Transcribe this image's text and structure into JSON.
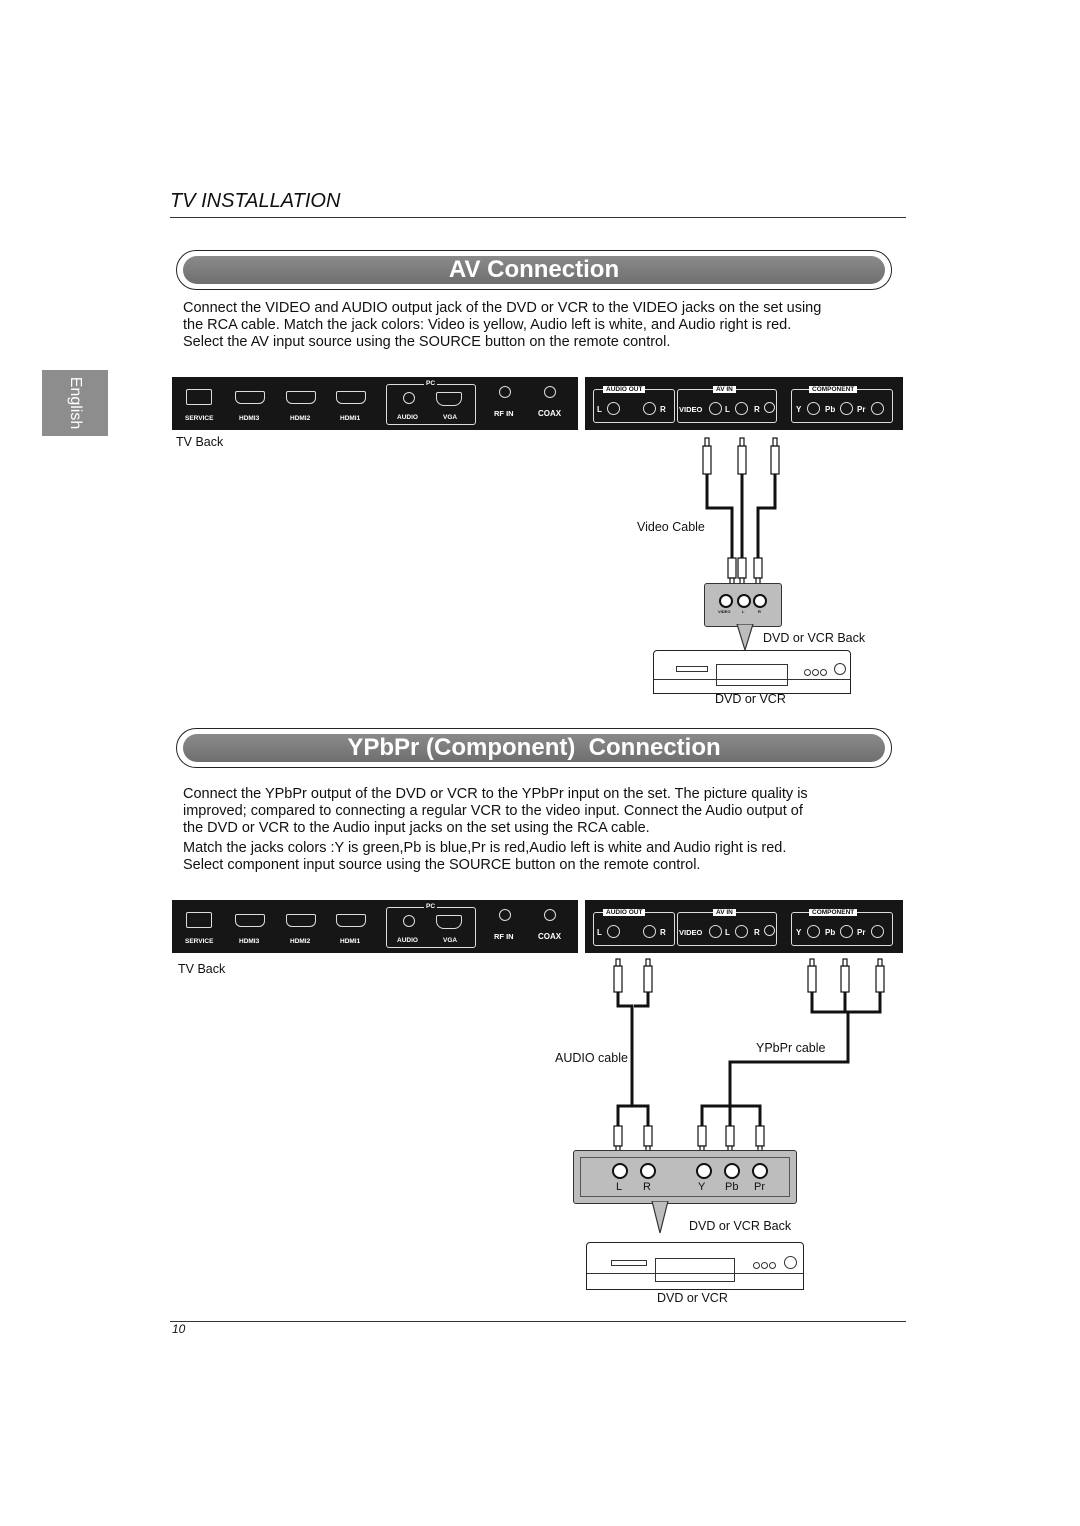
{
  "header": {
    "section_title": "TV INSTALLATION"
  },
  "language_tab": "English",
  "av_section": {
    "title": "AV Connection",
    "paragraph": [
      "Connect the VIDEO and AUDIO output jack of the DVD or VCR to the VIDEO jacks on the set using",
      "the RCA cable. Match the jack colors: Video is yellow, Audio left is white, and Audio right is red.",
      "Select the AV input source using the SOURCE button on the remote control."
    ],
    "tv_back_label": "TV Back",
    "cable_label": "Video Cable",
    "device_back_label": "DVD or VCR Back",
    "device_label": "DVD or VCR",
    "device_jacks": [
      "VIDEO",
      "L",
      "R"
    ]
  },
  "ypbpr_section": {
    "title": "YPbPr (Component)  Connection",
    "paragraph": [
      "Connect the YPbPr output of the DVD or VCR to the YPbPr input on the set.  The picture quality is",
      "improved; compared to connecting a regular VCR to the video input. Connect the Audio output of",
      "the DVD or VCR to the Audio input jacks on the set using the RCA cable.",
      "Match the jacks colors :Y is green,Pb is blue,Pr is red,Audio left is white and Audio right is red.",
      "Select component input source using the SOURCE button on the remote control."
    ],
    "tv_back_label": "TV Back",
    "audio_cable_label": "AUDIO cable",
    "ypbpr_cable_label": "YPbPr cable",
    "device_back_label": "DVD or VCR Back",
    "device_label": "DVD or VCR",
    "device_jacks": [
      "L",
      "R",
      "Y",
      "Pb",
      "Pr"
    ]
  },
  "tv_panel": {
    "left_ports": [
      "SERVICE",
      "HDMI3",
      "HDMI2",
      "HDMI1"
    ],
    "pc_group": "PC",
    "pc_ports": [
      "AUDIO",
      "VGA"
    ],
    "rf_in": "RF IN",
    "coax": "COAX",
    "audio_out": "AUDIO OUT",
    "audio_out_jacks": [
      "L",
      "R"
    ],
    "av_in": "AV IN",
    "av_in_jacks": [
      "VIDEO",
      "L",
      "R"
    ],
    "component": "COMPONENT",
    "component_jacks": [
      "Y",
      "Pb",
      "Pr"
    ]
  },
  "footer": {
    "page_number": "10"
  }
}
